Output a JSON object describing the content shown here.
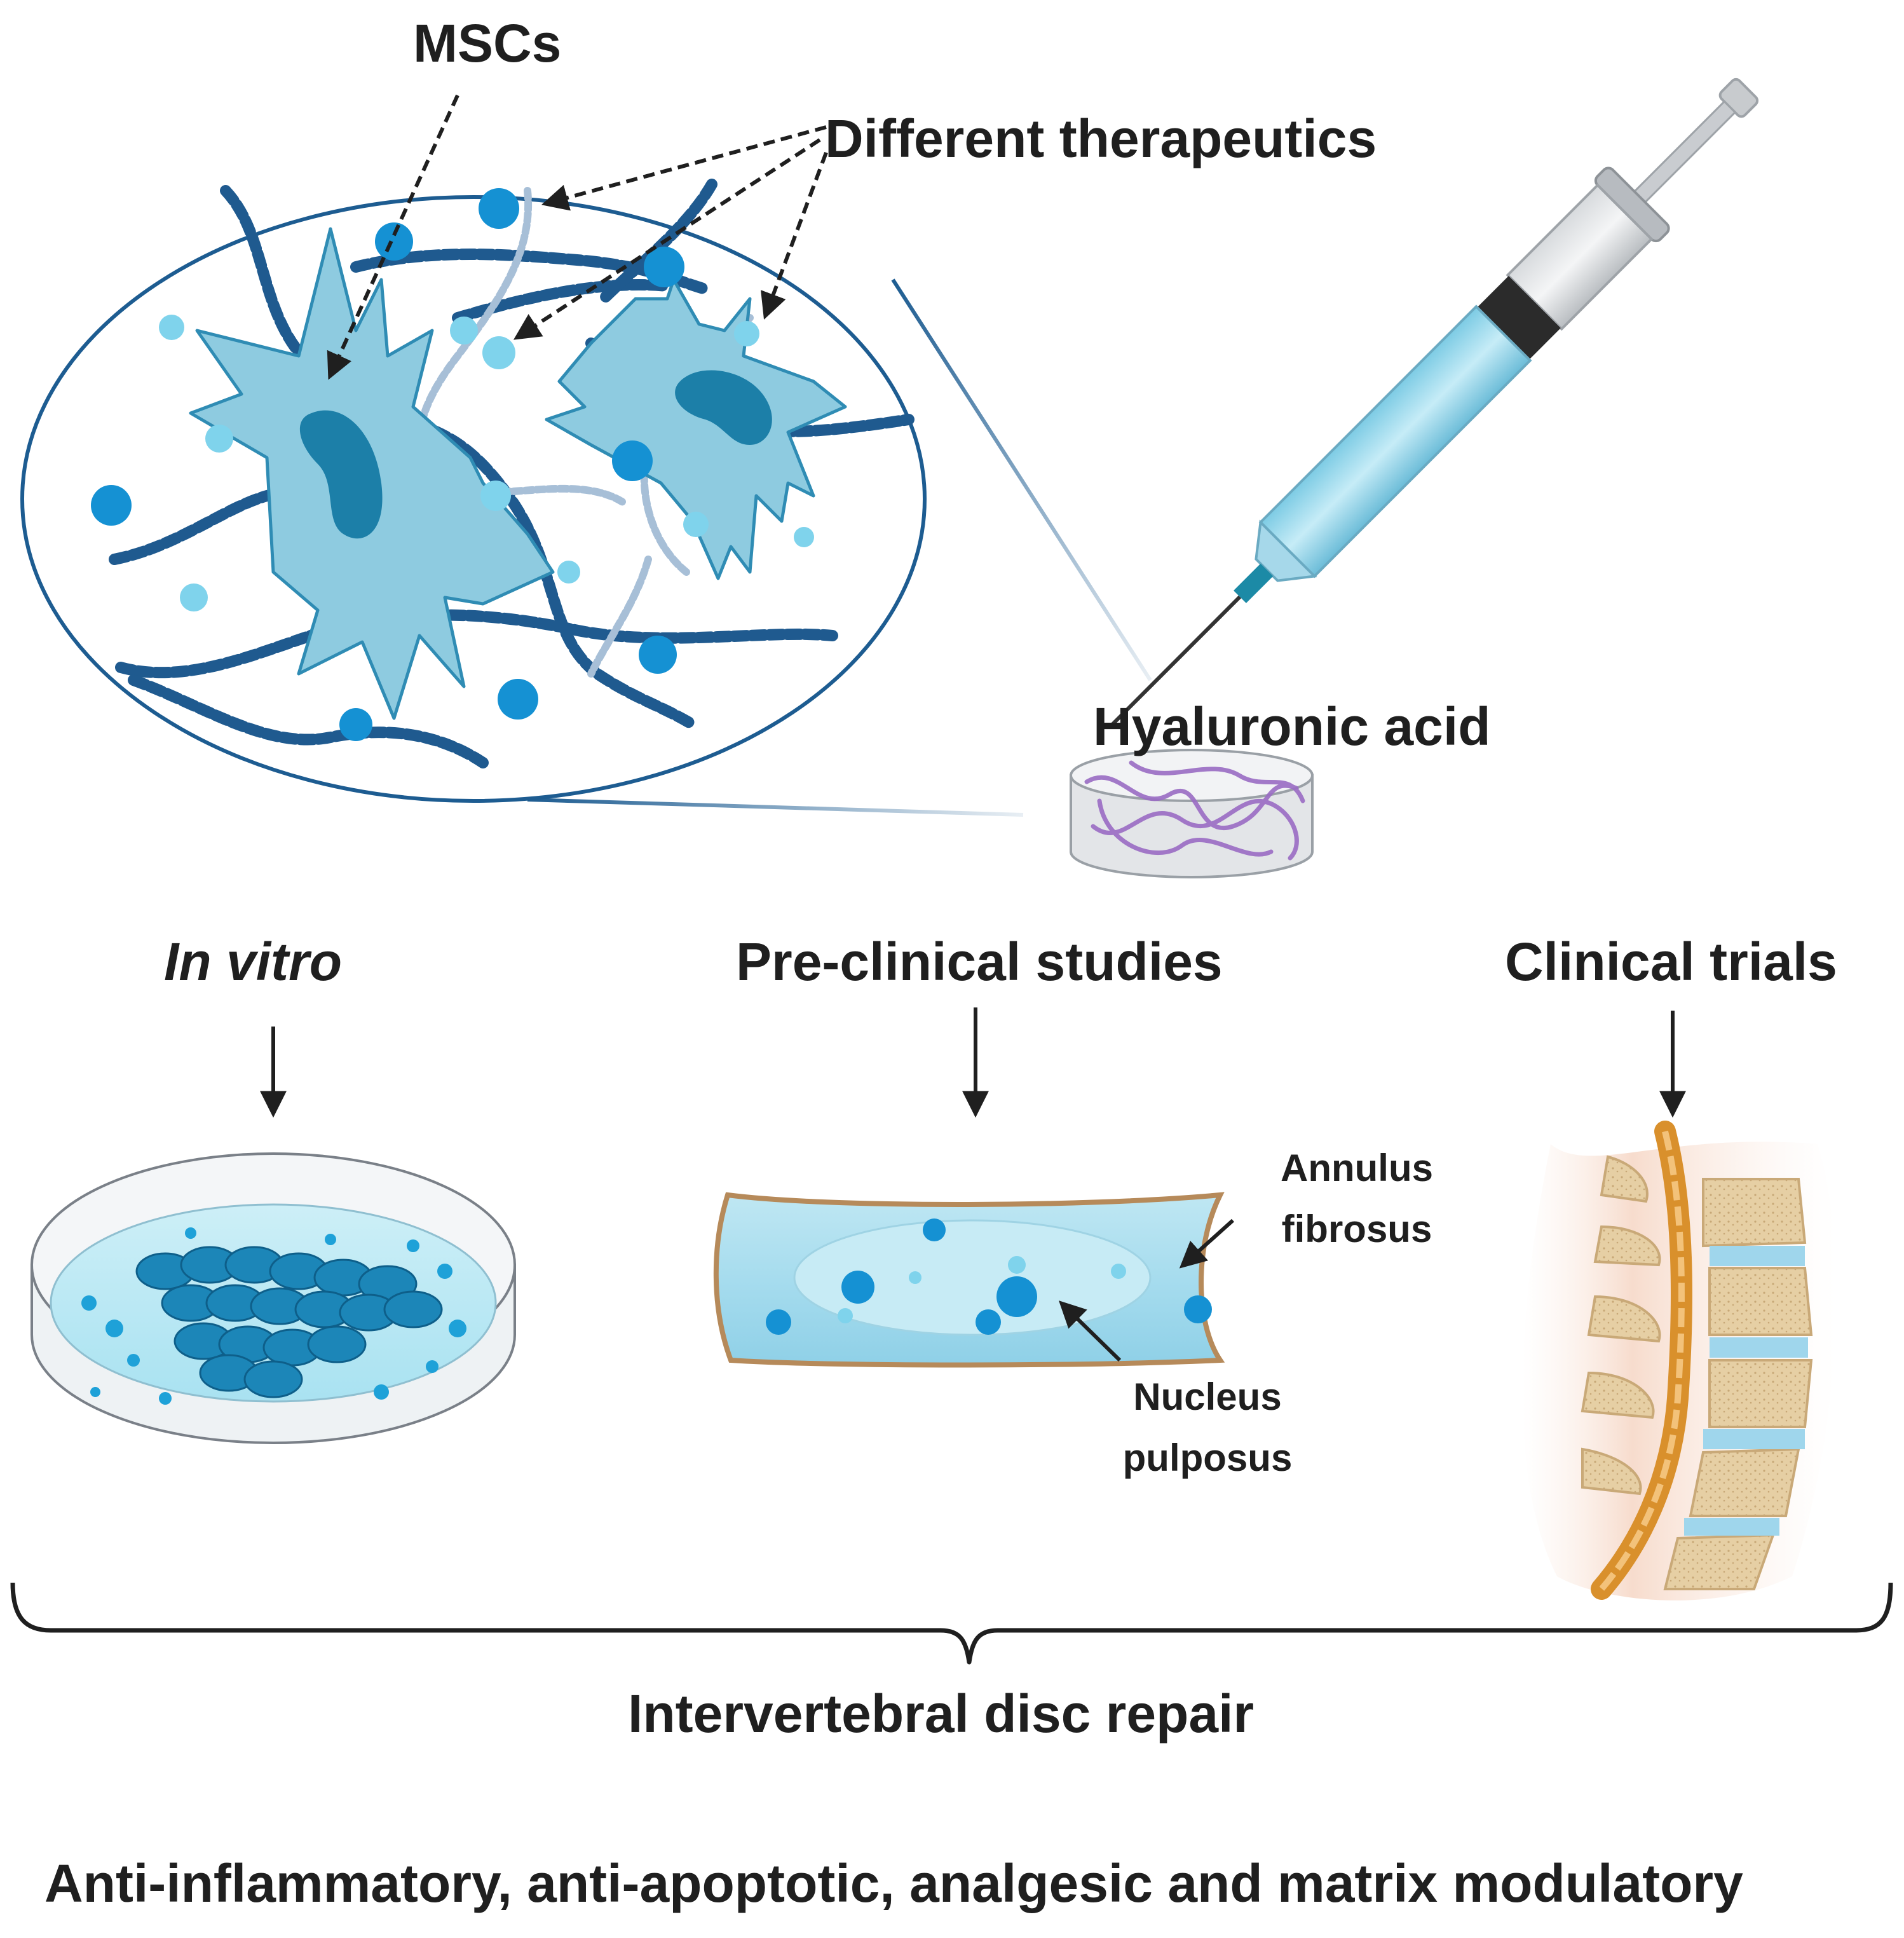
{
  "labels": {
    "mscs": "MSCs",
    "therapeutics": "Different therapeutics",
    "hyaluronic_acid": "Hyaluronic acid",
    "in_vitro": "In vitro",
    "preclinical": "Pre-clinical studies",
    "clinical": "Clinical trials",
    "annulus_line1": "Annulus",
    "annulus_line2": "fibrosus",
    "nucleus_line1": "Nucleus",
    "nucleus_line2": "pulposus",
    "outcome": "Intervertebral disc repair",
    "effects": "Anti-inflammatory, anti-apoptotic, analgesic and matrix modulatory"
  },
  "colors": {
    "cell_fill": "#8ecbe0",
    "cell_stroke": "#2f8cb4",
    "nucleus": "#1c7fa8",
    "chain_dark": "#1f5a8f",
    "chain_light": "#9fb8d2",
    "droplet": "#1591d3",
    "droplet_light": "#7fd3ec",
    "ellipse_stroke": "#1d5c91",
    "syringe_fluid": "#9ad9ee",
    "ha_purple": "#9a6cc4",
    "bone": "#e3cca1",
    "nerve": "#d9902c"
  },
  "icons": [
    "syringe-icon",
    "ha-hydrogel-icon",
    "petri-dish-icon",
    "disc-icon",
    "spine-icon",
    "brace-icon"
  ]
}
